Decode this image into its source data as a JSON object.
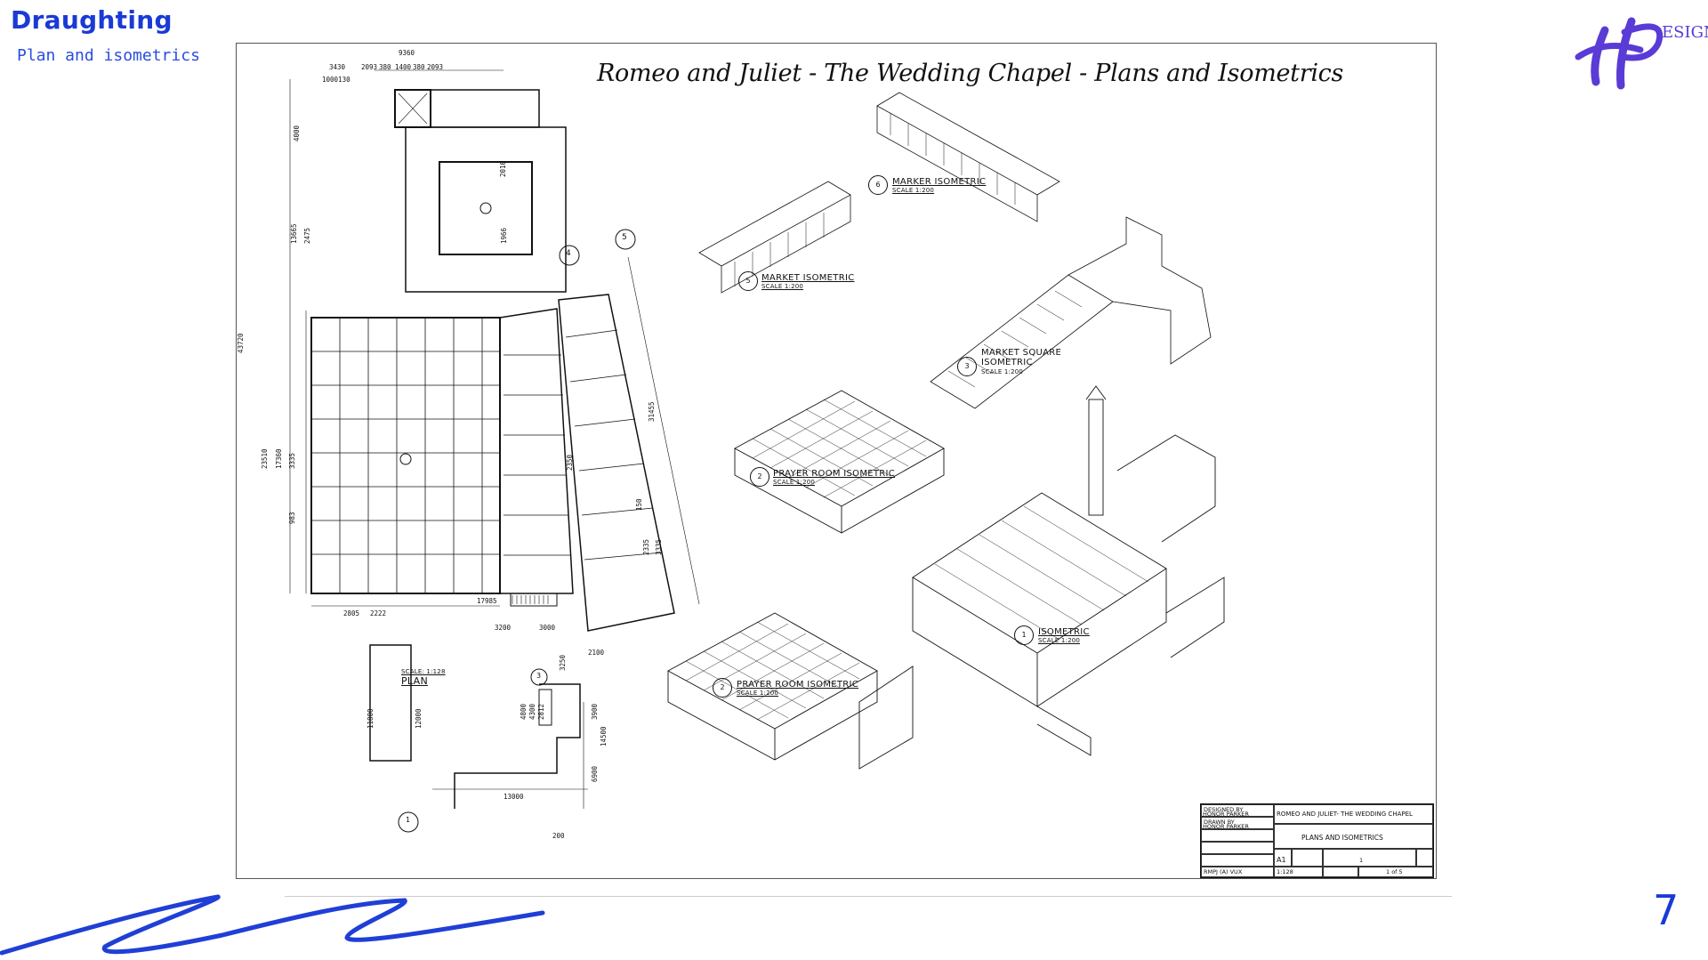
{
  "header": {
    "title": "Draughting",
    "subtitle": "Plan and isometrics"
  },
  "logo": {
    "letters": "HP",
    "text": "ESIGN",
    "color": "#5a3bd6"
  },
  "page_number": "7",
  "sheet": {
    "title": "Romeo and Juliet - The Wedding Chapel - Plans and Isometrics",
    "plan_label": "PLAN",
    "plan_scale": "SCALE: 1:128",
    "plan_num": "1",
    "views": [
      {
        "num": "6",
        "name": "MARKER ISOMETRIC",
        "scale": "SCALE 1:200"
      },
      {
        "num": "5",
        "name": "MARKET ISOMETRIC",
        "scale": "SCALE 1:200"
      },
      {
        "num": "3",
        "name": "MARKET SQUARE ISOMETRIC",
        "scale": "SCALE 1:200"
      },
      {
        "num": "2",
        "name": "PRAYER ROOM ISOMETRIC",
        "scale": "SCALE 1:200"
      },
      {
        "num": "1",
        "name": "ISOMETRIC",
        "scale": "SCALE 1:200"
      },
      {
        "num": "2",
        "name": "PRAYER ROOM ISOMETRIC",
        "scale": "SCALE 1:200"
      }
    ],
    "markers": {
      "m4": "4",
      "m5": "5",
      "m3": "3"
    },
    "dims": {
      "d1": "3430",
      "d2": "2093",
      "d3": "380",
      "d4": "1400",
      "d5": "380",
      "d6": "2093",
      "d7": "1000130",
      "d8": "4000",
      "d9": "9360",
      "d10": "2010",
      "d11": "13665",
      "d12": "2475",
      "d13": "1966",
      "d14": "43720",
      "d15": "23510",
      "d16": "17360",
      "d17": "3335",
      "d18": "983",
      "d19": "2805",
      "d20": "2222",
      "d21": "17985",
      "d22": "3200",
      "d23": "3000",
      "d24": "2350",
      "d25": "31455",
      "d26": "150",
      "d27": "2335",
      "d28": "3335",
      "d29": "3250",
      "d30": "2100",
      "d31": "4800",
      "d32": "4300",
      "d33": "2812",
      "d34": "3900",
      "d35": "14500",
      "d36": "6900",
      "d37": "13000",
      "d38": "11800",
      "d39": "12000",
      "d40": "200"
    },
    "title_block": {
      "drawn_by_label": "DESIGNED BY",
      "drawn_by": "HONOR PARKER",
      "checked_label": "DRAWN BY",
      "checked": "HONOR PARKER",
      "project": "ROMEO AND JULIET- THE WEDDING CHAPEL",
      "sheet_title": "PLANS AND ISOMETRICS",
      "size": "A1",
      "scale": "1:128",
      "file": "RMPJ (A) VUX",
      "sheet_no": "1",
      "of": "5"
    }
  }
}
